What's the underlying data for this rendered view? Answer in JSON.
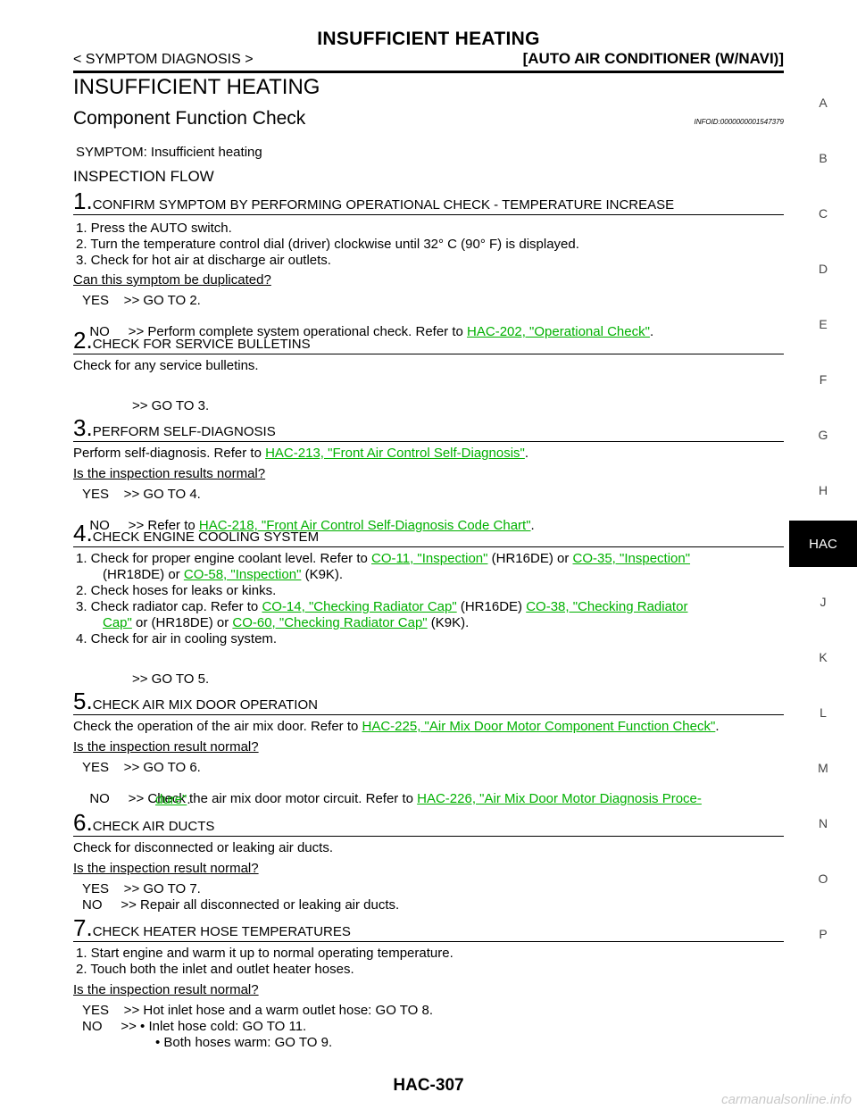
{
  "header": {
    "title": "INSUFFICIENT HEATING",
    "left": "< SYMPTOM DIAGNOSIS >",
    "right": "[AUTO AIR CONDITIONER (W/NAVI)]"
  },
  "section_title": "INSUFFICIENT HEATING",
  "subsection_title": "Component Function Check",
  "infoid": "INFOID:0000000001547379",
  "symptom": "SYMPTOM: Insufficient heating",
  "inspection_flow": "INSPECTION FLOW",
  "steps": {
    "s1": {
      "num": "1.",
      "title": "CONFIRM SYMPTOM BY PERFORMING OPERATIONAL CHECK - TEMPERATURE INCREASE",
      "l1": "1.  Press the AUTO switch.",
      "l2": "2.  Turn the temperature control dial (driver) clockwise until 32° C (90° F) is displayed.",
      "l3": "3.  Check for hot air at discharge air outlets.",
      "q": "Can this symptom be duplicated?",
      "yes": "YES    >> GO TO 2.",
      "no_pre": "NO     >> Perform complete system operational check. Refer to ",
      "no_link": "HAC-202, \"Operational Check\"",
      "no_post": "."
    },
    "s2": {
      "num": "2.",
      "title": "CHECK FOR SERVICE BULLETINS",
      "l1": "Check for any service bulletins.",
      "go": ">> GO TO 3."
    },
    "s3": {
      "num": "3.",
      "title": "PERFORM SELF-DIAGNOSIS",
      "l1_pre": "Perform self-diagnosis. Refer to ",
      "l1_link": "HAC-213, \"Front Air Control Self-Diagnosis\"",
      "l1_post": ".",
      "q": "Is the inspection results normal?",
      "yes": "YES    >> GO TO 4.",
      "no_pre": "NO     >> Refer to ",
      "no_link": "HAC-218, \"Front Air Control Self-Diagnosis Code Chart\"",
      "no_post": "."
    },
    "s4": {
      "num": "4.",
      "title": "CHECK ENGINE COOLING SYSTEM",
      "l1_pre": "1.  Check for proper engine coolant level. Refer to ",
      "l1_link1": "CO-11, \"Inspection\"",
      "l1_mid": " (HR16DE) or ",
      "l1_link2": "CO-35, \"Inspection\"",
      "l1b_pre": "(HR18DE) or ",
      "l1b_link": "CO-58, \"Inspection\"",
      "l1b_post": " (K9K).",
      "l2": "2.  Check hoses for leaks or kinks.",
      "l3_pre": "3.  Check radiator cap. Refer to ",
      "l3_link1": "CO-14, \"Checking Radiator Cap\"",
      "l3_mid": " (HR16DE) ",
      "l3_link2a": "CO-38, \"Checking Radiator",
      "l3b_link2b": "Cap\"",
      "l3b_mid": " or (HR18DE) or ",
      "l3b_link3": "CO-60, \"Checking Radiator Cap\"",
      "l3b_post": " (K9K).",
      "l4": "4.  Check for air in cooling system.",
      "go": ">> GO TO 5."
    },
    "s5": {
      "num": "5.",
      "title": "CHECK AIR MIX DOOR OPERATION",
      "l1_pre": "Check the operation of the air mix door. Refer to ",
      "l1_link": "HAC-225, \"Air Mix Door Motor Component Function Check\"",
      "l1_post": ".",
      "q": "Is the inspection result normal?",
      "yes": "YES    >> GO TO 6.",
      "no_pre": "NO     >> Check the air mix door motor circuit. Refer to ",
      "no_link1": "HAC-226, \"Air Mix Door Motor Diagnosis Proce-",
      "no_link2": "dure\"",
      "no_post": "."
    },
    "s6": {
      "num": "6.",
      "title": "CHECK AIR DUCTS",
      "l1": "Check for disconnected or leaking air ducts.",
      "q": "Is the inspection result normal?",
      "yes": "YES    >> GO TO 7.",
      "no": "NO     >> Repair all disconnected or leaking air ducts."
    },
    "s7": {
      "num": "7.",
      "title": "CHECK HEATER HOSE TEMPERATURES",
      "l1": "1.  Start engine and warm it up to normal operating temperature.",
      "l2": "2.  Touch both the inlet and outlet heater hoses.",
      "q": "Is the inspection result normal?",
      "yes": "YES    >> Hot inlet hose and a warm outlet hose: GO TO 8.",
      "no1": "NO     >> • Inlet hose cold: GO TO 11.",
      "no2": "• Both hoses warm: GO TO 9."
    }
  },
  "side_index": [
    "A",
    "B",
    "C",
    "D",
    "E",
    "F",
    "G",
    "H",
    "HAC",
    "J",
    "K",
    "L",
    "M",
    "N",
    "O",
    "P"
  ],
  "page_number": "HAC-307",
  "watermark": "carmanualsonline.info",
  "colors": {
    "link": "#00b000",
    "tab_bg": "#000000"
  }
}
